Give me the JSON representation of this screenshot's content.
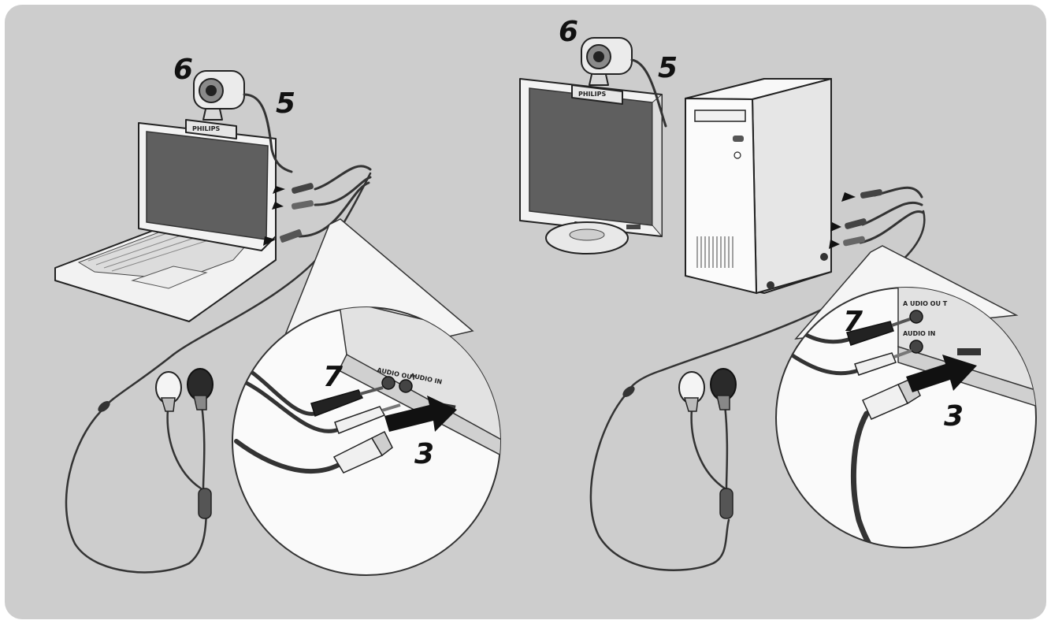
{
  "laptop_setup": {
    "brand": "PHILIPS",
    "labels": {
      "webcam": "6",
      "clip": "5",
      "usb": "3",
      "audio_plugs": "7"
    },
    "ports": {
      "audio_out": "AUDIO OUT",
      "audio_in": "AUDIO IN"
    }
  },
  "desktop_setup": {
    "brand": "PHILIPS",
    "labels": {
      "webcam": "6",
      "clip": "5",
      "usb": "3",
      "audio_plugs": "7"
    },
    "ports": {
      "audio_out": "A UDIO OU T",
      "audio_in": "AUDIO IN"
    }
  },
  "colors": {
    "background_panel": "#cdcdcd",
    "outline": "#222222",
    "device_fill": "#f2f2f2",
    "screen": "#5f5f5f"
  }
}
